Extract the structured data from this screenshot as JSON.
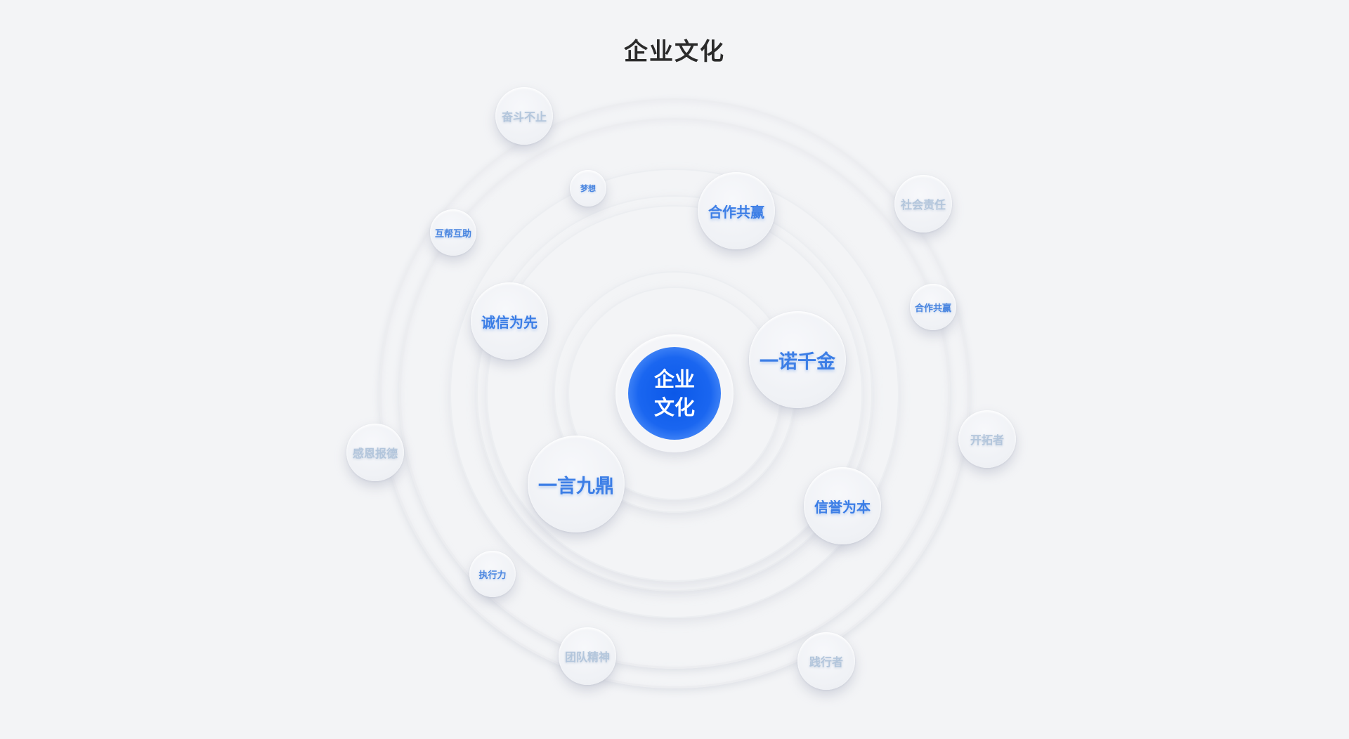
{
  "title": "企业文化",
  "center": {
    "line1": "企业",
    "line2": "文化",
    "color": "#1a66f0"
  },
  "nodes": [
    {
      "label": "奋斗不止"
    },
    {
      "label": "梦想"
    },
    {
      "label": "合作共赢"
    },
    {
      "label": "社会责任"
    },
    {
      "label": "互帮互助"
    },
    {
      "label": "合作共赢"
    },
    {
      "label": "诚信为先"
    },
    {
      "label": "一诺千金"
    },
    {
      "label": "开拓者"
    },
    {
      "label": "感恩报德"
    },
    {
      "label": "一言九鼎"
    },
    {
      "label": "信誉为本"
    },
    {
      "label": "执行力"
    },
    {
      "label": "团队精神"
    },
    {
      "label": "践行者"
    }
  ]
}
